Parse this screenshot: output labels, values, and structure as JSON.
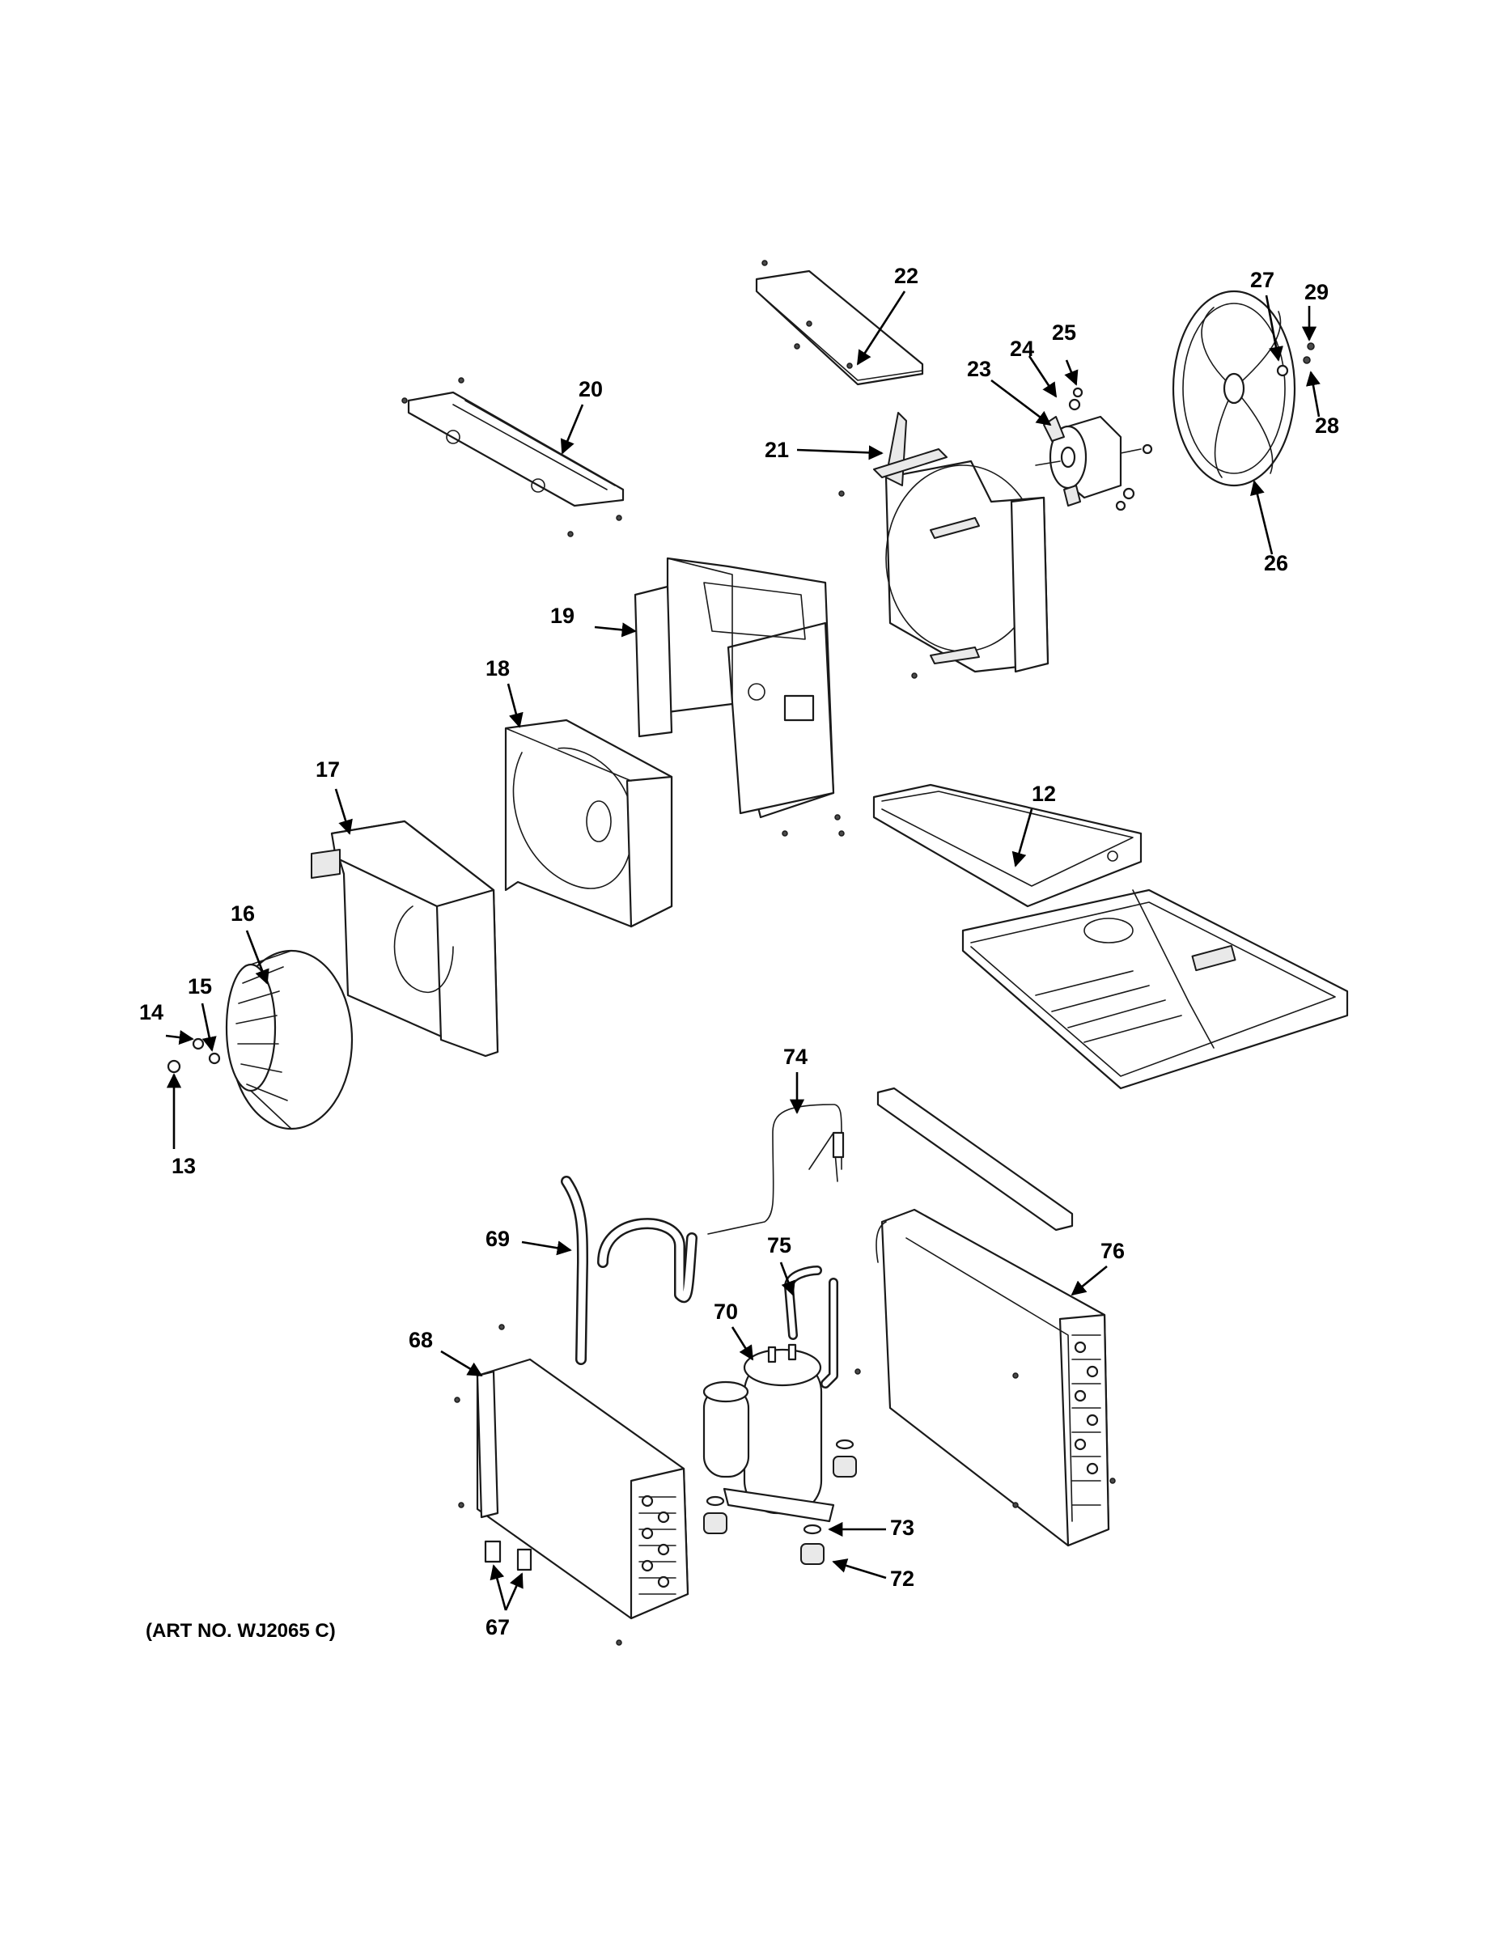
{
  "art_number": "(ART NO. WJ2065 C)",
  "callouts": {
    "c12": "12",
    "c13": "13",
    "c14": "14",
    "c15": "15",
    "c16": "16",
    "c17": "17",
    "c18": "18",
    "c19": "19",
    "c20": "20",
    "c21": "21",
    "c22": "22",
    "c23": "23",
    "c24": "24",
    "c25": "25",
    "c26": "26",
    "c27": "27",
    "c28": "28",
    "c29": "29",
    "c67": "67",
    "c68": "68",
    "c69": "69",
    "c70": "70",
    "c72": "72",
    "c73": "73",
    "c74": "74",
    "c75": "75",
    "c76": "76"
  }
}
